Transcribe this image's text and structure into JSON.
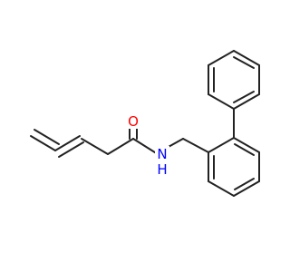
{
  "molecule": {
    "atoms": [
      {
        "id": "O1",
        "label": "O",
        "color": "#ff0000"
      },
      {
        "id": "N1",
        "label": "N",
        "color": "#0000ff"
      },
      {
        "id": "H1",
        "label": "H",
        "color": "#0000ff"
      }
    ],
    "bond_color": "#222222"
  }
}
